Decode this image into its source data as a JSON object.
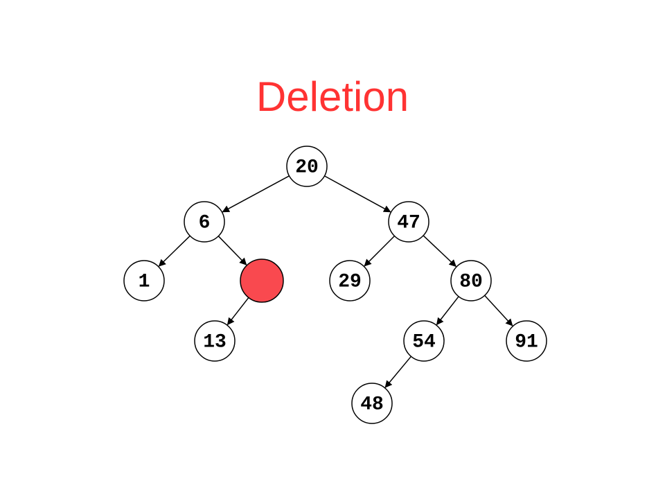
{
  "slide": {
    "title": "Deletion"
  },
  "colors": {
    "title": "#ff3333",
    "node_fill": "#ffffff",
    "highlight_fill": "#f9494f",
    "stroke": "#000000"
  },
  "tree": {
    "nodes": [
      {
        "id": "n20",
        "label": "20",
        "highlighted": false
      },
      {
        "id": "n6",
        "label": "6",
        "highlighted": false
      },
      {
        "id": "n47",
        "label": "47",
        "highlighted": false
      },
      {
        "id": "n1",
        "label": "1",
        "highlighted": false
      },
      {
        "id": "nDel",
        "label": "",
        "highlighted": true
      },
      {
        "id": "n29",
        "label": "29",
        "highlighted": false
      },
      {
        "id": "n80",
        "label": "80",
        "highlighted": false
      },
      {
        "id": "n13",
        "label": "13",
        "highlighted": false
      },
      {
        "id": "n54",
        "label": "54",
        "highlighted": false
      },
      {
        "id": "n91",
        "label": "91",
        "highlighted": false
      },
      {
        "id": "n48",
        "label": "48",
        "highlighted": false
      }
    ],
    "edges": [
      {
        "from": "n20",
        "to": "n6"
      },
      {
        "from": "n20",
        "to": "n47"
      },
      {
        "from": "n6",
        "to": "n1"
      },
      {
        "from": "n6",
        "to": "nDel"
      },
      {
        "from": "n47",
        "to": "n29"
      },
      {
        "from": "n47",
        "to": "n80"
      },
      {
        "from": "nDel",
        "to": "n13"
      },
      {
        "from": "n80",
        "to": "n54"
      },
      {
        "from": "n80",
        "to": "n91"
      },
      {
        "from": "n54",
        "to": "n48"
      }
    ]
  }
}
